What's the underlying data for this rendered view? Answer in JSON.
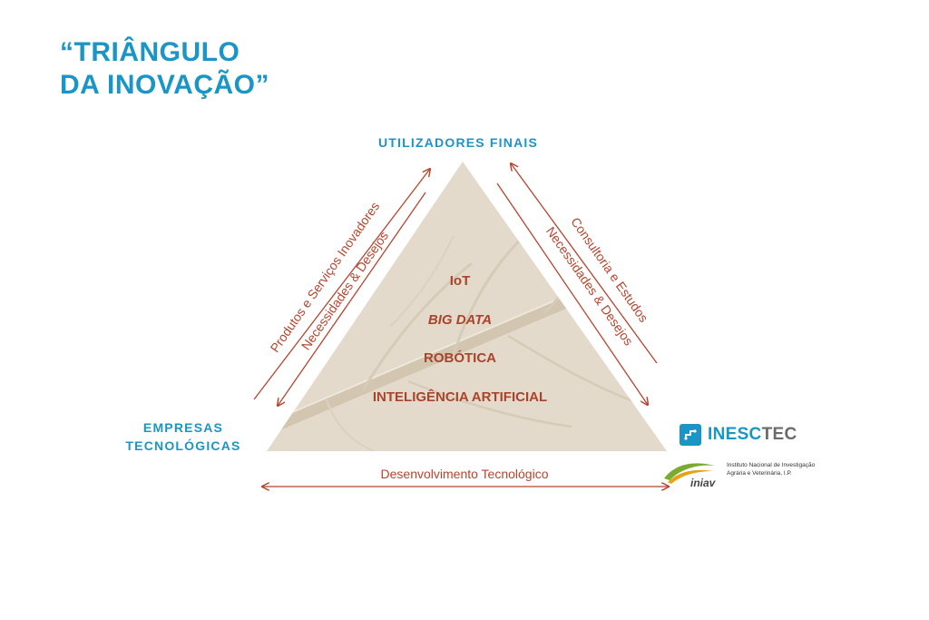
{
  "title": {
    "line1": "“TRIÂNGULO",
    "line2": "DA INOVAÇÃO”"
  },
  "vertices": {
    "top": "UTILIZADORES FINAIS",
    "left_line1": "EMPRESAS",
    "left_line2": "TECNOLÓGICAS"
  },
  "triangle_items": [
    "IoT",
    "BIG DATA",
    "ROBÓTICA",
    "INTELIGÊNCIA ARTIFICIAL"
  ],
  "flows": {
    "left_outer": "Produtos e Serviços Inovadores",
    "left_inner": "Necessidades & Desejos",
    "right_outer": "Consultoria e Estudos",
    "right_inner": "Necessidades & Desejos",
    "bottom": "Desenvolvimento Tecnológico"
  },
  "logos": {
    "inesctec_part1": "INESC",
    "inesctec_part2": "TEC",
    "iniav_brand": "iniav",
    "iniav_desc": "Instituto Nacional de Investigação Agrária e Veterinária, I.P."
  },
  "colors": {
    "title_blue": "#1a95c6",
    "arrow_red": "#b5452e",
    "item_red": "#a8442c",
    "triangle_fill": "#e4dacb",
    "flow_text": "#b5452e"
  }
}
